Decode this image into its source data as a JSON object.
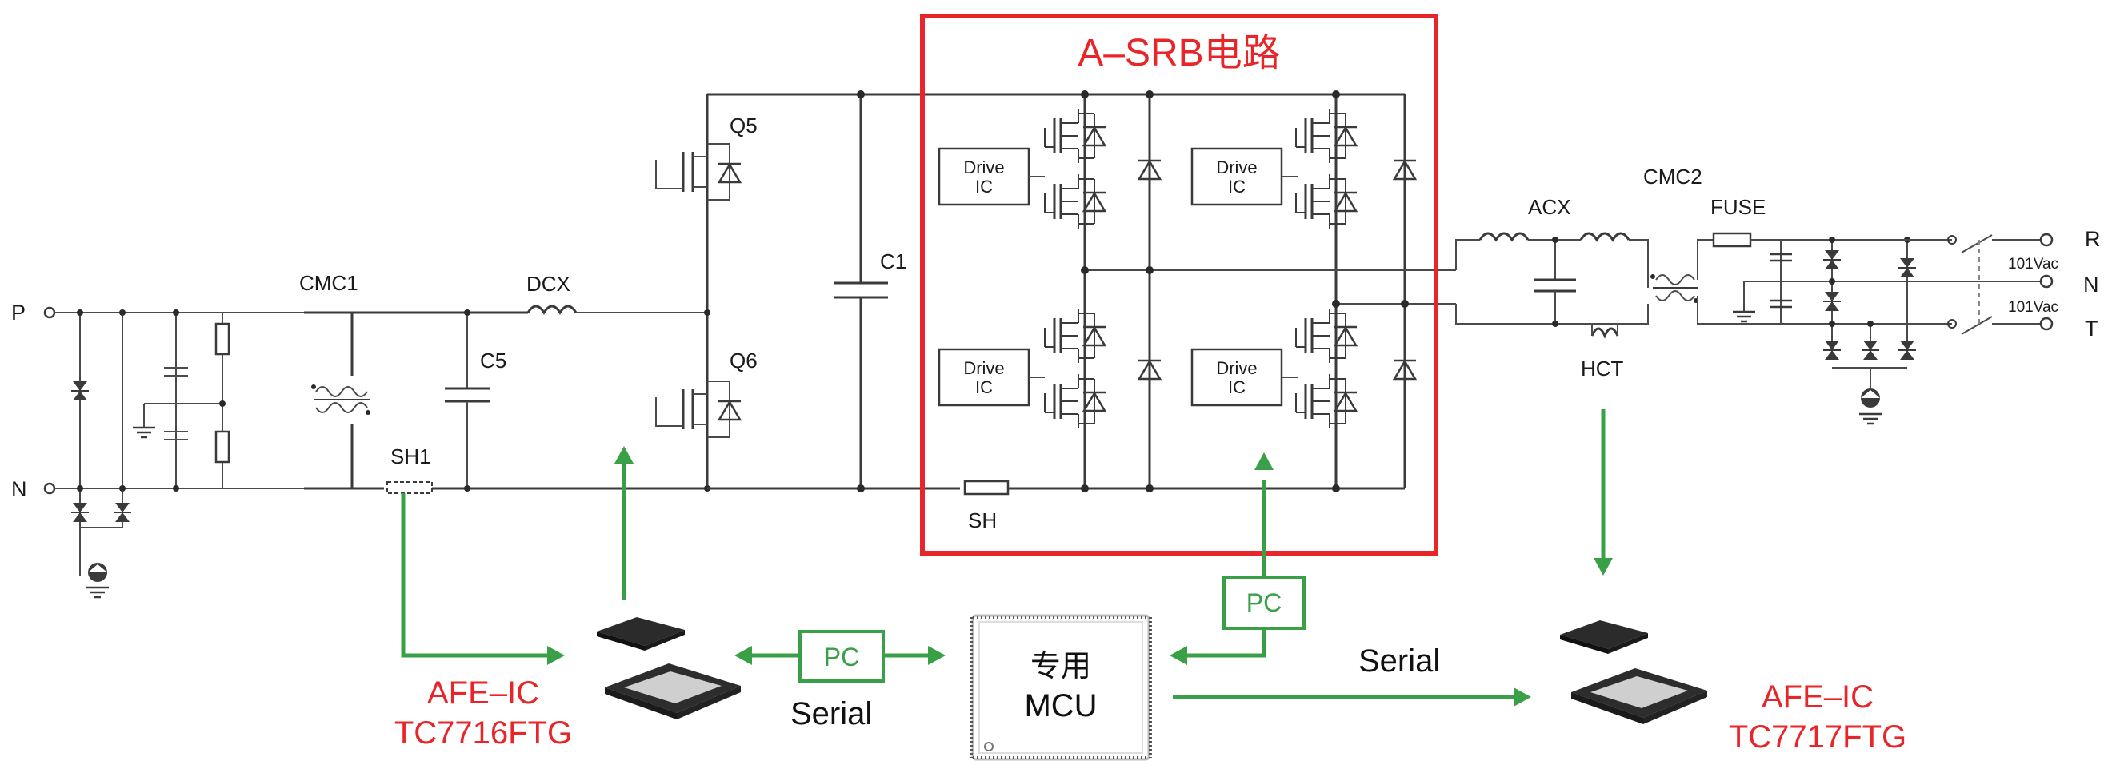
{
  "colors": {
    "red": "#e8262a",
    "green": "#3aa047",
    "wire": "#3a3a3a"
  },
  "labels": {
    "asrb_title": "A–SRB电路",
    "p_node": "P",
    "n_node": "N",
    "cmc1": "CMC1",
    "dcx": "DCX",
    "c5": "C5",
    "sh1": "SH1",
    "q5": "Q5",
    "q6": "Q6",
    "c1": "C1",
    "sh": "SH",
    "acx": "ACX",
    "cmc2": "CMC2",
    "fuse": "FUSE",
    "hct": "HCT",
    "r_node": "R",
    "n_node_right": "N",
    "t_node": "T",
    "vac_top": "101Vac",
    "vac_bottom": "101Vac",
    "drive_ic_line1": "Drive",
    "drive_ic_line2": "IC",
    "pc_top": "PC",
    "pc_left": "PC",
    "serial_left": "Serial",
    "serial_right": "Serial",
    "mcu_line1": "专用",
    "mcu_line2": "MCU",
    "afe_left_line1": "AFE–IC",
    "afe_left_line2": "TC7716FTG",
    "afe_right_line1": "AFE–IC",
    "afe_right_line2": "TC7717FTG"
  },
  "icons": [
    "chip-icon",
    "mosfet-icon",
    "diode-icon",
    "capacitor-icon",
    "inductor-icon",
    "transformer-icon",
    "tvs-diode-icon",
    "ground-icon"
  ]
}
